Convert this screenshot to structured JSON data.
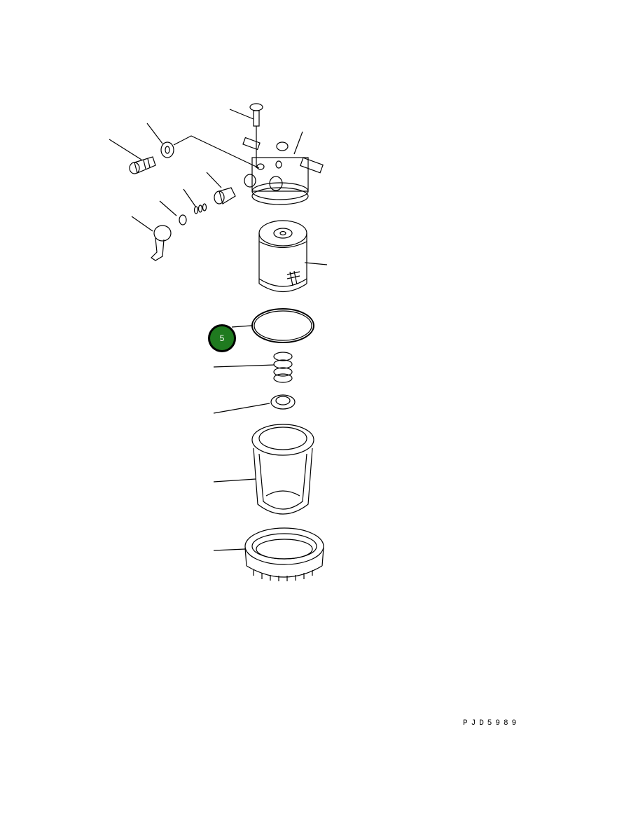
{
  "diagram": {
    "type": "exploded-parts-diagram",
    "subject": "fuel filter / water separator assembly",
    "callouts": [
      {
        "label": "5",
        "part": "o-ring",
        "color": "#1f7a1f"
      }
    ],
    "drawing_code": "PJD5989",
    "parts": [
      "screw",
      "bolt",
      "washer",
      "filter-head",
      "plug",
      "spring",
      "ball",
      "lever",
      "filter-element",
      "o-ring",
      "spring",
      "ring",
      "bowl",
      "retaining-ring"
    ]
  }
}
